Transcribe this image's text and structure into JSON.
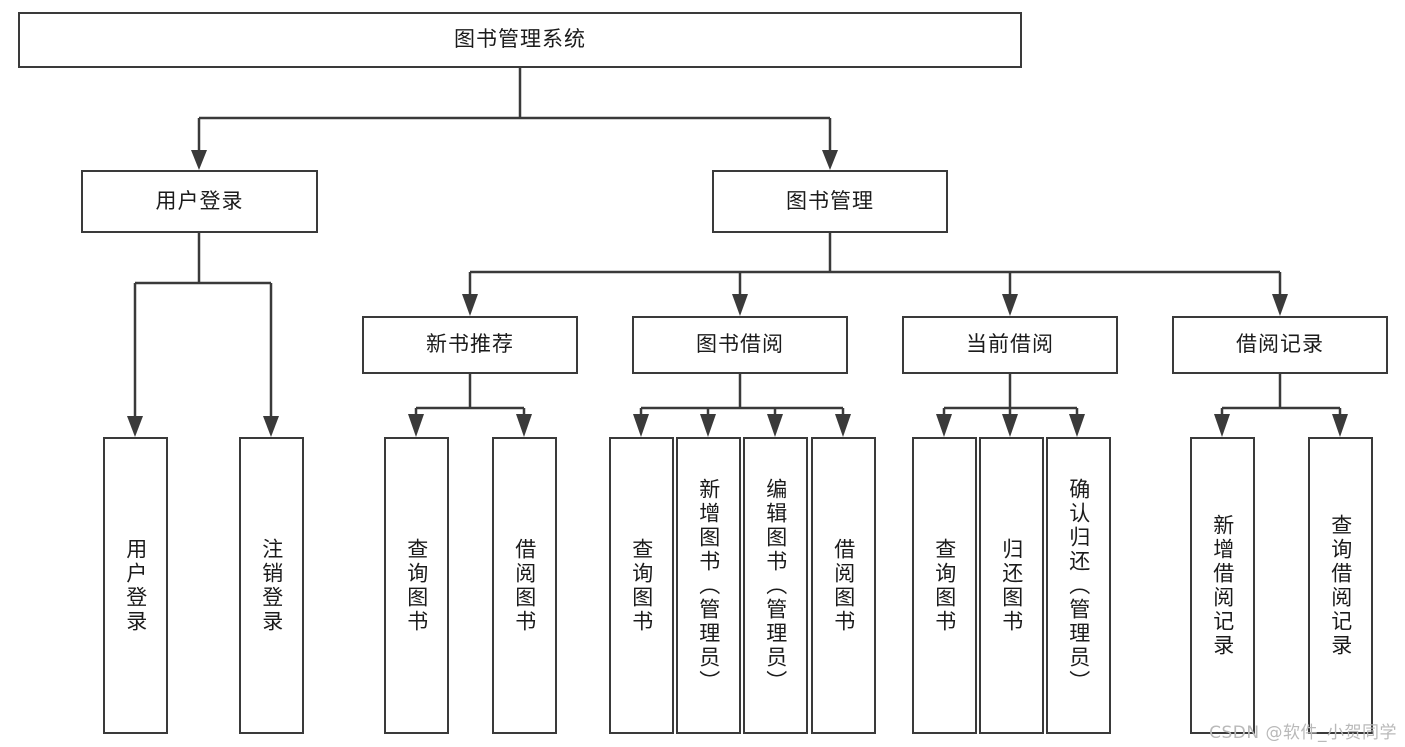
{
  "diagram": {
    "type": "hierarchy-tree",
    "title": "图书管理系统",
    "watermark": "CSDN @软件_小贺同学",
    "root": {
      "label": "图书管理系统"
    },
    "level1": [
      {
        "label": "用户登录"
      },
      {
        "label": "图书管理"
      }
    ],
    "level2": [
      {
        "label": "新书推荐"
      },
      {
        "label": "图书借阅"
      },
      {
        "label": "当前借阅"
      },
      {
        "label": "借阅记录"
      }
    ],
    "leaves": {
      "user_login": [
        {
          "label": "用户登录"
        },
        {
          "label": "注销登录"
        }
      ],
      "new_book_recommend": [
        {
          "label": "查询图书"
        },
        {
          "label": "借阅图书"
        }
      ],
      "book_borrow": [
        {
          "label": "查询图书"
        },
        {
          "label": "新增图书（管理员）"
        },
        {
          "label": "编辑图书（管理员）"
        },
        {
          "label": "借阅图书"
        }
      ],
      "current_borrow": [
        {
          "label": "查询图书"
        },
        {
          "label": "归还图书"
        },
        {
          "label": "确认归还（管理员）"
        }
      ],
      "borrow_record": [
        {
          "label": "新增借阅记录"
        },
        {
          "label": "查询借阅记录"
        }
      ]
    },
    "colors": {
      "stroke": "#3a3a3a",
      "background": "#ffffff",
      "text": "#1b1b1b",
      "watermark": "#b9b9b9"
    }
  }
}
